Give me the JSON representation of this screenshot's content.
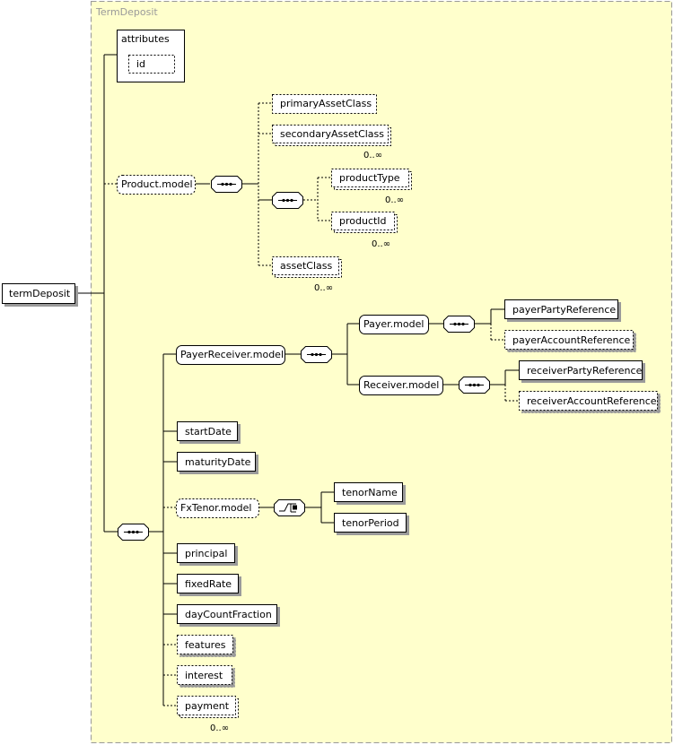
{
  "root": {
    "label": "termDeposit"
  },
  "group": {
    "label": "TermDeposit"
  },
  "attributes": {
    "title": "attributes",
    "items": [
      "id"
    ]
  },
  "product_model": {
    "label": "Product.model",
    "children": [
      {
        "label": "primaryAssetClass"
      },
      {
        "label": "secondaryAssetClass",
        "card": "0..∞"
      },
      {
        "label": "productType",
        "card": "0..∞"
      },
      {
        "label": "productId",
        "card": "0..∞"
      },
      {
        "label": "assetClass",
        "card": "0..∞"
      }
    ]
  },
  "payer_receiver_model": {
    "label": "PayerReceiver.model"
  },
  "payer_model": {
    "label": "Payer.model",
    "children": [
      "payerPartyReference",
      "payerAccountReference"
    ]
  },
  "receiver_model": {
    "label": "Receiver.model",
    "children": [
      "receiverPartyReference",
      "receiverAccountReference"
    ]
  },
  "fx_tenor_model": {
    "label": "FxTenor.model",
    "children": [
      "tenorName",
      "tenorPeriod"
    ]
  },
  "elements": {
    "start_date": "startDate",
    "maturity_date": "maturityDate",
    "principal": "principal",
    "fixed_rate": "fixedRate",
    "day_count_fraction": "dayCountFraction",
    "features": "features",
    "interest": "interest",
    "payment": "payment",
    "payment_card": "0..∞"
  },
  "colors": {
    "group_bg": "#ffffcc",
    "group_border": "#999999",
    "box_border": "#000000",
    "box_bg": "#ffffff"
  }
}
